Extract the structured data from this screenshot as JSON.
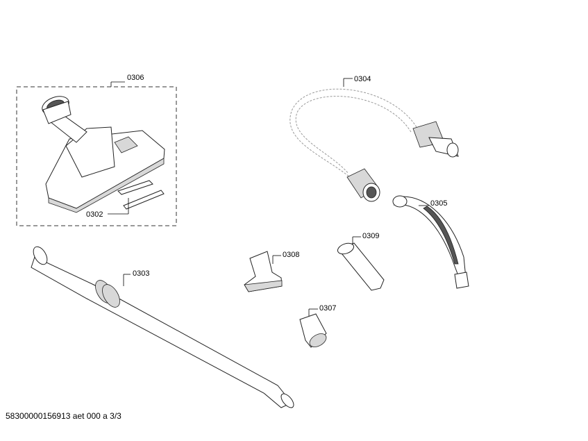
{
  "parts": {
    "p0306": "0306",
    "p0302": "0302",
    "p0304": "0304",
    "p0305": "0305",
    "p0303": "0303",
    "p0308": "0308",
    "p0309": "0309",
    "p0307": "0307"
  },
  "footer": "58300000156913 aet 000 a 3/3"
}
